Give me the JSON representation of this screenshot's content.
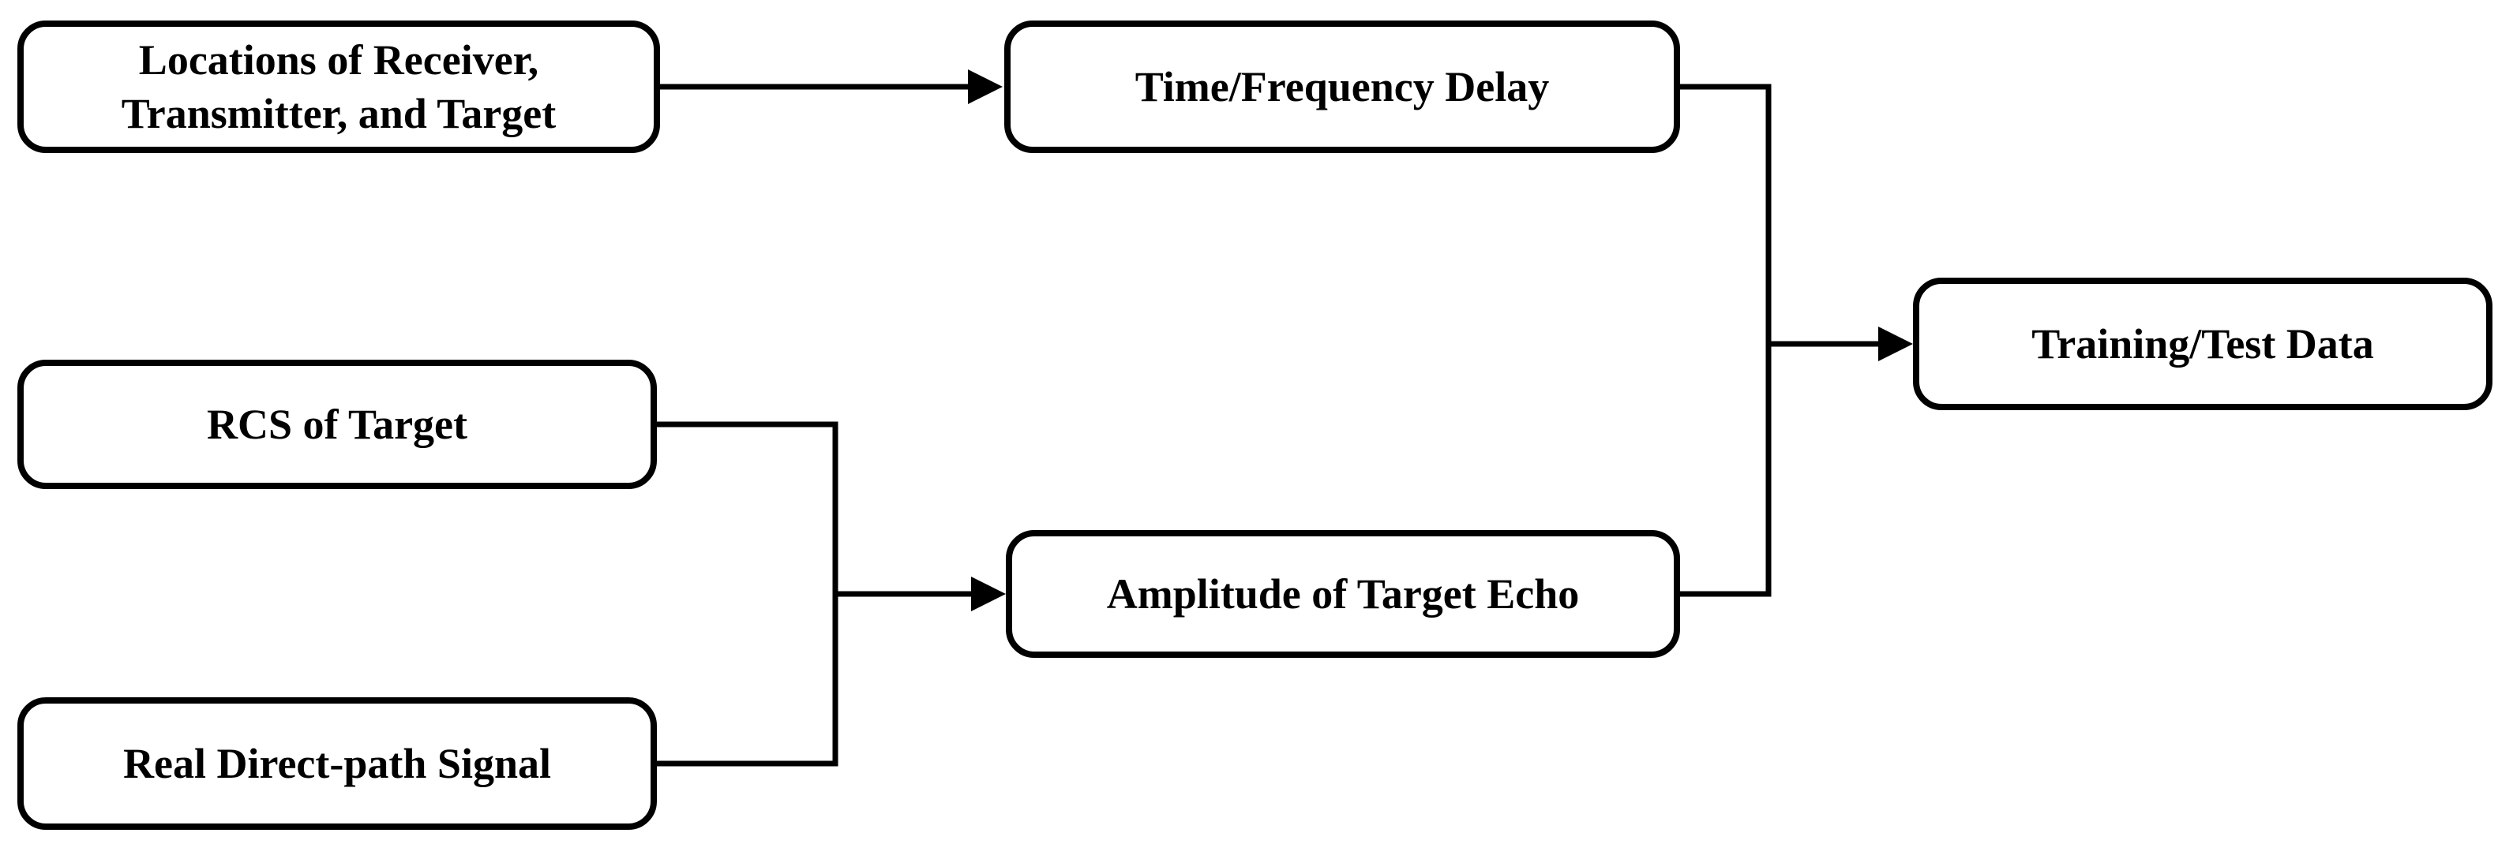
{
  "diagram": {
    "type": "flowchart",
    "background_color": "#ffffff",
    "line_color": "#000000",
    "box_border_color": "#000000",
    "text_color": "#000000",
    "nodes": {
      "locations": {
        "label": "Locations of Receiver, Transmitter, and Target"
      },
      "delay": {
        "label": "Time/Frequency Delay"
      },
      "rcs": {
        "label": "RCS of Target"
      },
      "direct_path": {
        "label": "Real Direct-path Signal"
      },
      "amplitude": {
        "label": "Amplitude of Target Echo"
      },
      "training": {
        "label": "Training/Test Data"
      }
    },
    "edges": [
      {
        "from": "locations",
        "to": "delay"
      },
      {
        "from": "rcs",
        "to": "amplitude"
      },
      {
        "from": "direct_path",
        "to": "amplitude"
      },
      {
        "from": "delay",
        "to": "training"
      },
      {
        "from": "amplitude",
        "to": "training"
      }
    ]
  }
}
